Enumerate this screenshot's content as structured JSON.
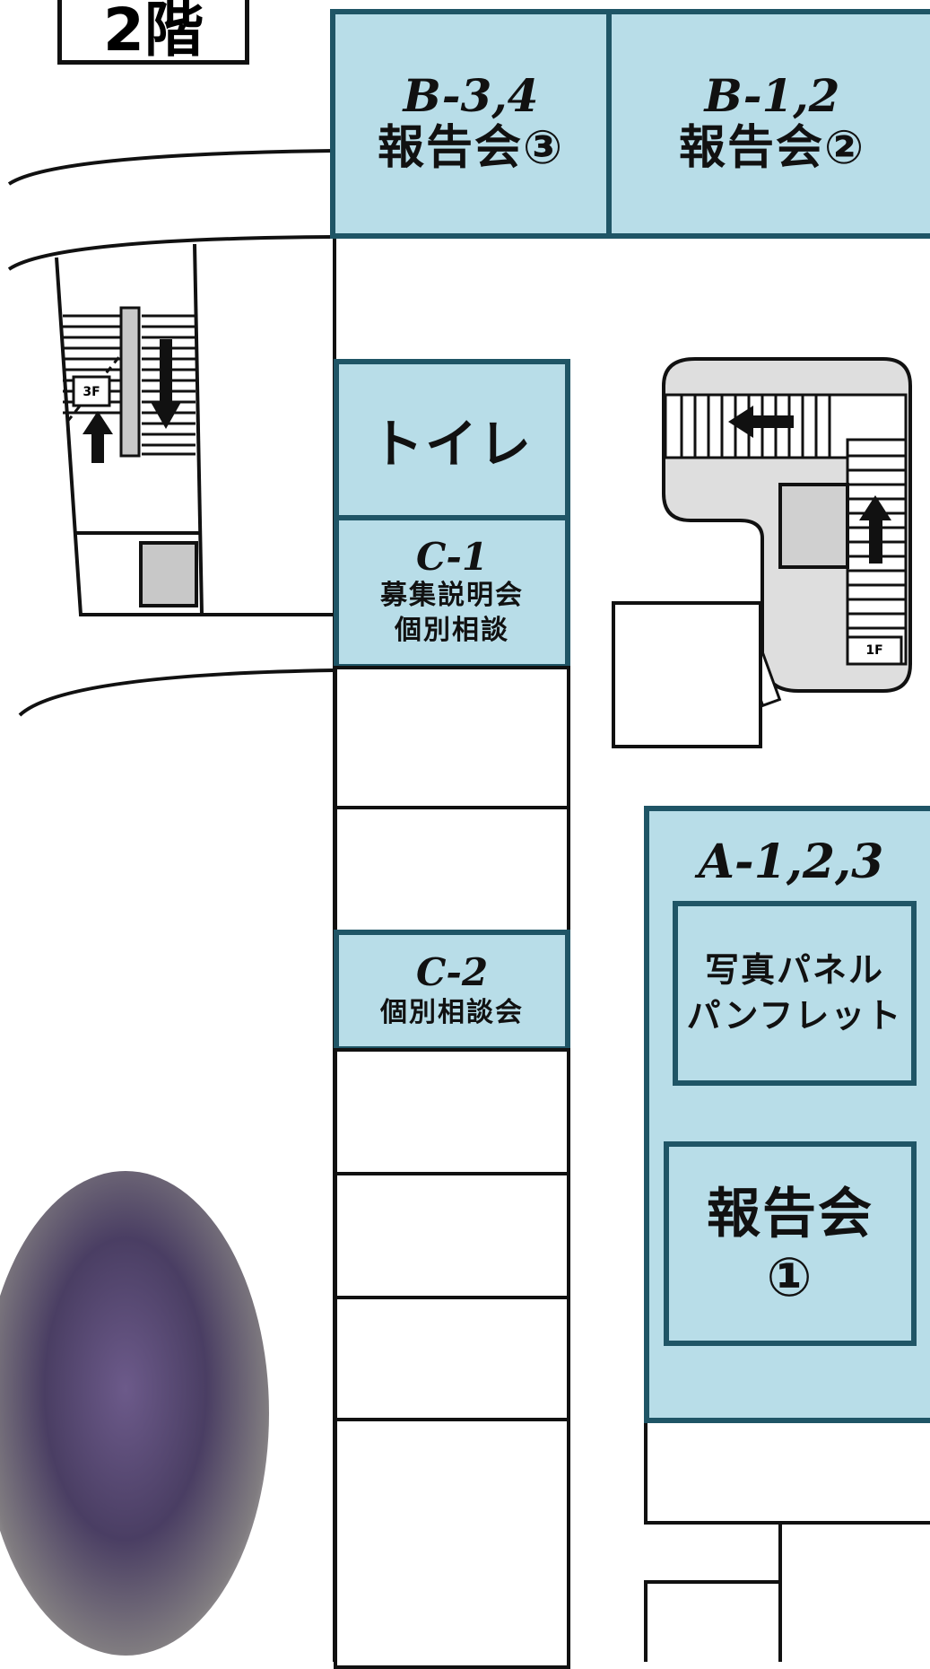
{
  "floor_label": "2階",
  "rooms": {
    "b34": {
      "code": "B-3,4",
      "name": "報告会③"
    },
    "b12": {
      "code": "B-1,2",
      "name": "報告会②"
    },
    "toilet": {
      "name": "トイレ"
    },
    "c1": {
      "code": "C-1",
      "line1": "募集説明会",
      "line2": "個別相談"
    },
    "c2": {
      "code": "C-2",
      "line1": "個別相談会"
    },
    "a123": {
      "code": "A-1,2,3",
      "panel": {
        "line1": "写真パネル",
        "line2": "パンフレット"
      },
      "report": {
        "line1": "報告会",
        "line2": "①"
      }
    }
  },
  "stairs": {
    "left_floor": "3F",
    "right_floor": "1F"
  },
  "colors": {
    "room_fill": "#b8dde8",
    "room_border": "#1f5566",
    "line": "#111111"
  }
}
